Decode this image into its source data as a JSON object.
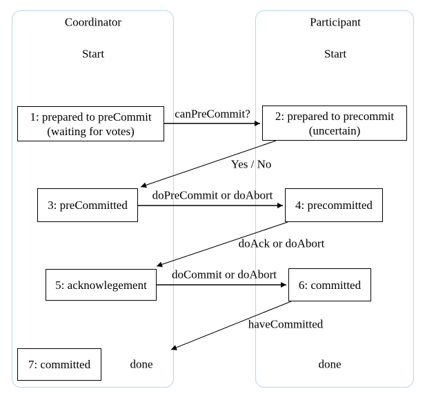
{
  "lanes": {
    "coordinator": {
      "title": "Coordinator",
      "start": "Start",
      "done": "done"
    },
    "participant": {
      "title": "Participant",
      "start": "Start",
      "done": "done"
    }
  },
  "nodes": {
    "n1": {
      "line1": "1: prepared to preCommit",
      "line2": "(waiting for votes)"
    },
    "n2": {
      "line1": "2: prepared to precommit",
      "line2": "(uncertain)"
    },
    "n3": {
      "label": "3: preCommitted"
    },
    "n4": {
      "label": "4: precommitted"
    },
    "n5": {
      "label": "5: acknowlegement"
    },
    "n6": {
      "label": "6: committed"
    },
    "n7": {
      "label": "7: committed"
    }
  },
  "edge_labels": {
    "canPreCommit": "canPreCommit?",
    "yesNo": "Yes / No",
    "doPreCommit": "doPreCommit or doAbort",
    "doAck": "doAck or doAbort",
    "doCommit": "doCommit or doAbort",
    "haveCommitted": "haveCommitted"
  },
  "colors": {
    "lane_border": "#b3d9e8",
    "node_border": "#000000",
    "arrow": "#000000",
    "text": "#000000",
    "background": "#ffffff"
  }
}
